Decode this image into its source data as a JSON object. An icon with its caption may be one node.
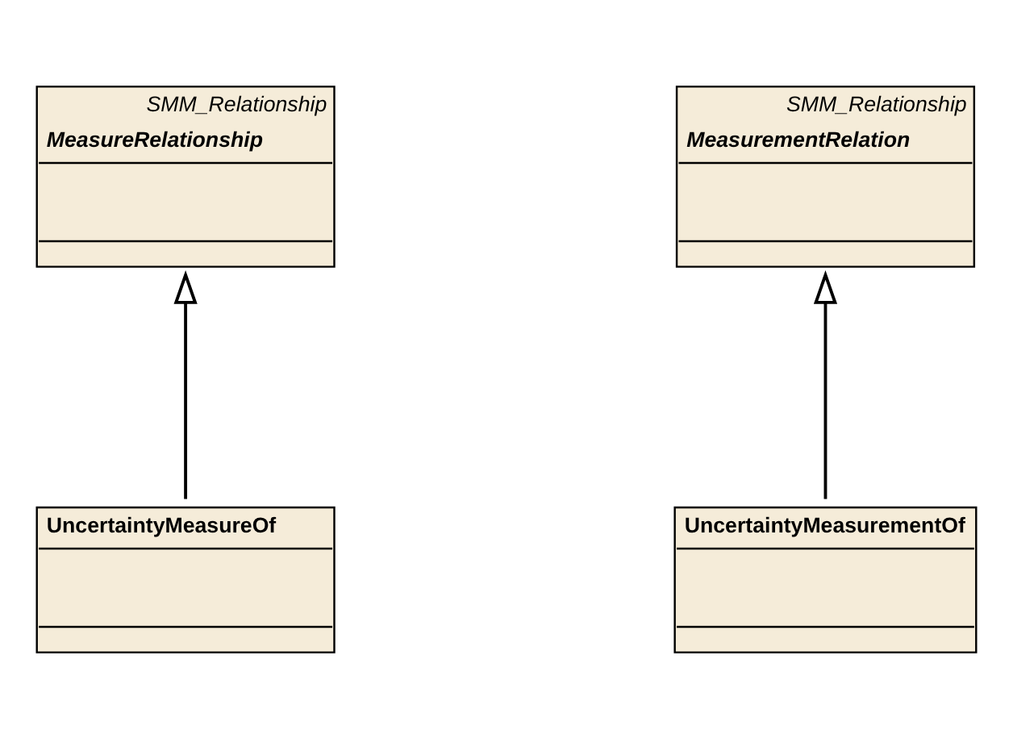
{
  "diagram": {
    "nodes": [
      {
        "text": [
          "SMM_Relationship",
          "MeasureRelationship"
        ]
      },
      {
        "text": [
          "SMM_Relationship",
          "MeasurementRelation"
        ]
      },
      {
        "text": [
          "UncertaintyMeasureOf"
        ]
      },
      {
        "text": [
          "UncertaintyMeasurementOf"
        ]
      }
    ],
    "edges": [
      {
        "from": 2,
        "to": 0,
        "arrow": "to"
      },
      {
        "from": 3,
        "to": 1,
        "arrow": "to"
      }
    ]
  }
}
